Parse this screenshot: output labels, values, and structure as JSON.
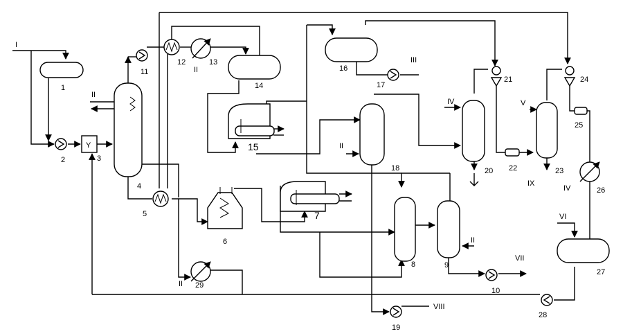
{
  "equipment_labels": {
    "n1": "1",
    "n2": "2",
    "n3": "3",
    "n4": "4",
    "n5": "5",
    "n6": "6",
    "n7": "7",
    "n8": "8",
    "n9": "9",
    "n10": "10",
    "n11": "11",
    "n12": "12",
    "n13": "13",
    "n14": "14",
    "n15": "15",
    "n16": "16",
    "n17": "17",
    "n18": "18",
    "n19": "19",
    "n20": "20",
    "n21": "21",
    "n22": "22",
    "n23": "23",
    "n24": "24",
    "n25": "25",
    "n26": "26",
    "n27": "27",
    "n28": "28",
    "n29": "29"
  },
  "stream_labels": {
    "s1": "I",
    "s2_col4": "II",
    "s2_c13": "II",
    "s2_col18": "II",
    "s2_col9": "II",
    "s2_c29": "II",
    "s3": "III",
    "s4_col20": "IV",
    "s4_c26": "IV",
    "s5": "V",
    "s6": "VI",
    "s7": "VII",
    "s8": "VIII",
    "s9": "IX"
  },
  "mixer_symbol": "Y"
}
